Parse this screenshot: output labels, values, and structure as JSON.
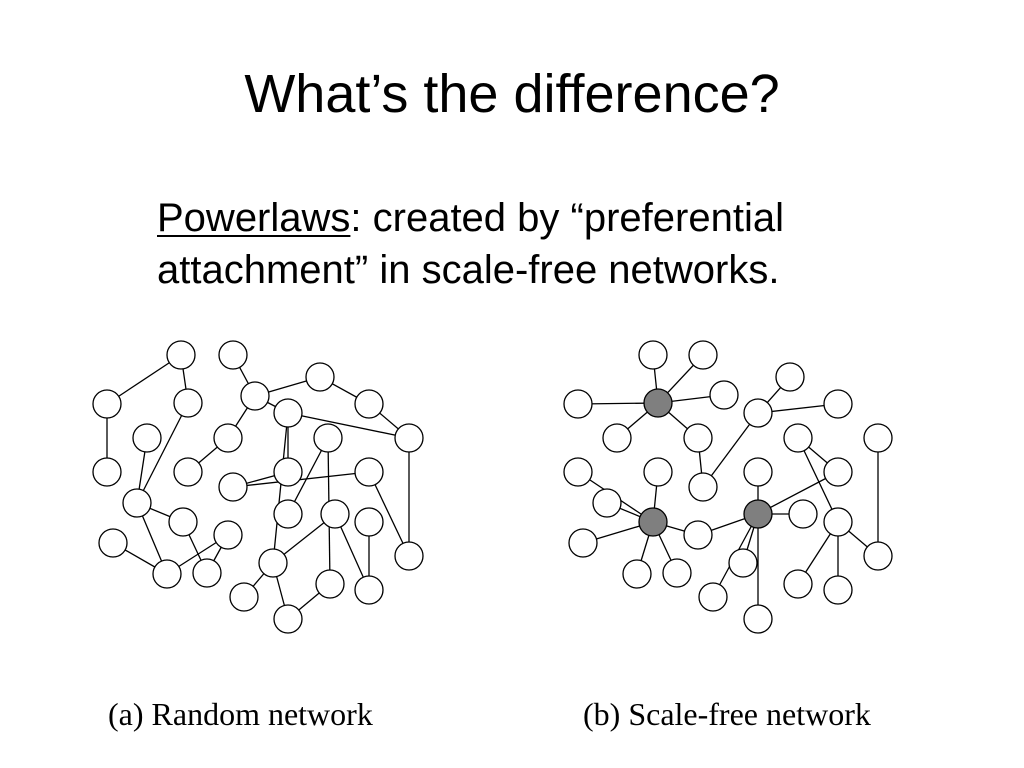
{
  "slide": {
    "title": "What’s the difference?",
    "bullet": {
      "term": "Powerlaws",
      "text_line1": ": created  by “preferential",
      "text_line2": "attachment” in scale-free networks."
    }
  },
  "diagrams": [
    {
      "caption": "(a) Random network",
      "type": "random",
      "hub_count": 0
    },
    {
      "caption": "(b) Scale-free network",
      "type": "scale-free",
      "hub_count": 3,
      "hub_color": "#7f7f7f"
    }
  ]
}
